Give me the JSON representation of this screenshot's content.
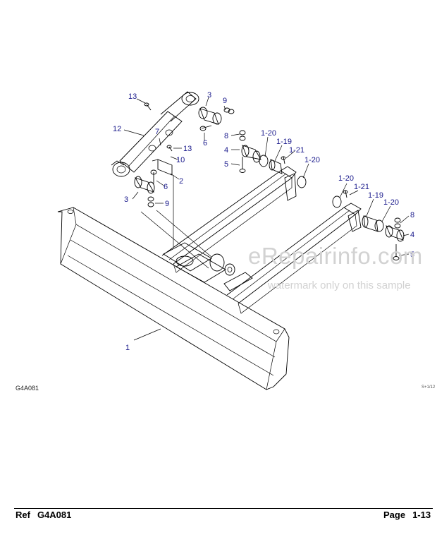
{
  "diagram": {
    "labels": {
      "p1": "1",
      "p2": "2",
      "p3a": "3",
      "p3b": "3",
      "p4a": "4",
      "p4b": "4",
      "p5a": "5",
      "p5b": "5",
      "p6a": "6",
      "p6b": "6",
      "p7": "7",
      "p8a": "8",
      "p8b": "8",
      "p9a": "9",
      "p9b": "9",
      "p10": "10",
      "p12": "12",
      "p13a": "13",
      "p13b": "13",
      "p119a": "1-19",
      "p119b": "1-19",
      "p120a": "1-20",
      "p120b": "1-20",
      "p120c": "1-20",
      "p120d": "1-20",
      "p121a": "1-21",
      "p121b": "1-21"
    },
    "figure_id": "G4A081",
    "corner_code": "S+1/12",
    "label_color": "#1a1a8c"
  },
  "watermark": {
    "site": "eRepairinfo.com",
    "note": "watermark only on this sample"
  },
  "footer": {
    "ref_label": "Ref",
    "ref_value": "G4A081",
    "page_label": "Page",
    "page_value": "1-13"
  }
}
